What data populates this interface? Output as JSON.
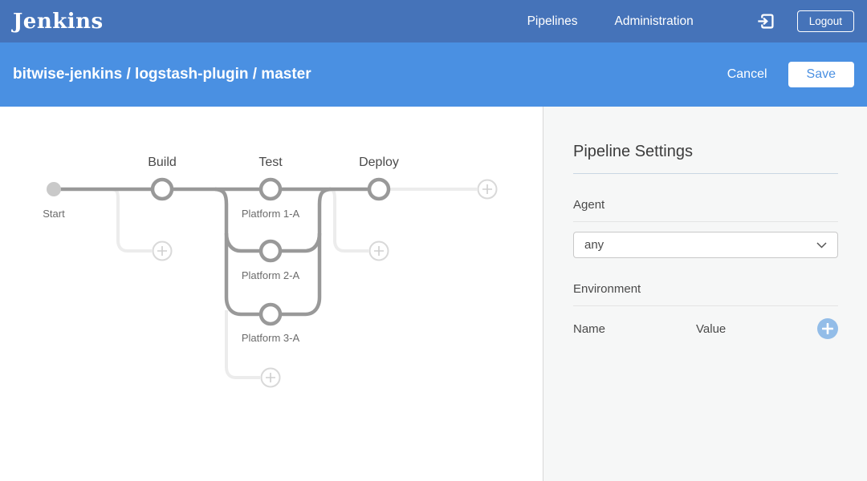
{
  "navbar": {
    "brand": "Jenkins",
    "links": [
      {
        "label": "Pipelines"
      },
      {
        "label": "Administration"
      }
    ],
    "logout_label": "Logout"
  },
  "toolbar": {
    "breadcrumb": "bitwise-jenkins / logstash-plugin / master",
    "cancel_label": "Cancel",
    "save_label": "Save"
  },
  "pipeline": {
    "start_label": "Start",
    "stage_labels": [
      "Build",
      "Test",
      "Deploy"
    ],
    "parallel_labels": [
      "Platform 1-A",
      "Platform 2-A",
      "Platform 3-A"
    ]
  },
  "settings": {
    "title": "Pipeline Settings",
    "agent_label": "Agent",
    "agent_value": "any",
    "environment_label": "Environment",
    "name_header": "Name",
    "value_header": "Value"
  },
  "colors": {
    "navbar_blue": "#4573b9",
    "toolbar_blue": "#4a90e2",
    "graph_dark": "#999999",
    "graph_light": "#ececec",
    "add_button_blue": "#93bde8"
  }
}
